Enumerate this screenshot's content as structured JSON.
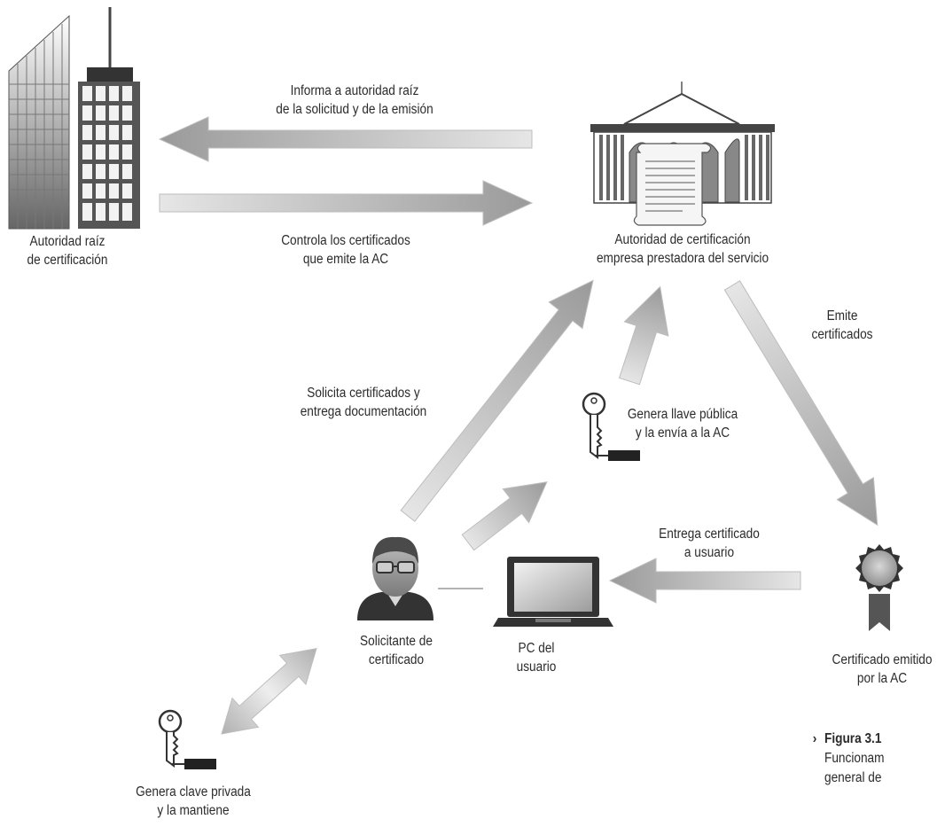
{
  "nodes": {
    "root_authority": {
      "label_lines": [
        "Autoridad raíz",
        "de certificación"
      ]
    },
    "ca": {
      "label_lines": [
        "Autoridad de certificación",
        "empresa prestadora del servicio"
      ]
    },
    "requester": {
      "label_lines": [
        "Solicitante de",
        "certificado"
      ]
    },
    "pc": {
      "label_lines": [
        "PC del",
        "usuario"
      ]
    },
    "certificate": {
      "label_lines": [
        "Certificado emitido",
        "por la AC"
      ]
    }
  },
  "edges": {
    "inform_root": {
      "label_lines": [
        "Informa a autoridad raíz",
        "de la solicitud y de la emisión"
      ]
    },
    "control_certs": {
      "label_lines": [
        "Controla los certificados",
        "que emite la AC"
      ]
    },
    "issue_certs": {
      "label_lines": [
        "Emite",
        "certificados"
      ]
    },
    "request_certs": {
      "label_lines": [
        "Solicita certificados y",
        "entrega documentación"
      ]
    },
    "public_key": {
      "label_lines": [
        "Genera llave pública",
        "y la envía a la AC"
      ]
    },
    "deliver_cert": {
      "label_lines": [
        "Entrega certificado",
        "a usuario"
      ]
    },
    "private_key": {
      "label_lines": [
        "Genera clave privada",
        "y la mantiene"
      ]
    }
  },
  "caption": {
    "figure": "Figura 3.1",
    "text_lines": [
      "Funcionam",
      "general de"
    ]
  },
  "icons": [
    "building-icon",
    "institution-icon",
    "scroll-icon",
    "person-icon",
    "laptop-icon",
    "award-seal-icon",
    "key-icon"
  ]
}
